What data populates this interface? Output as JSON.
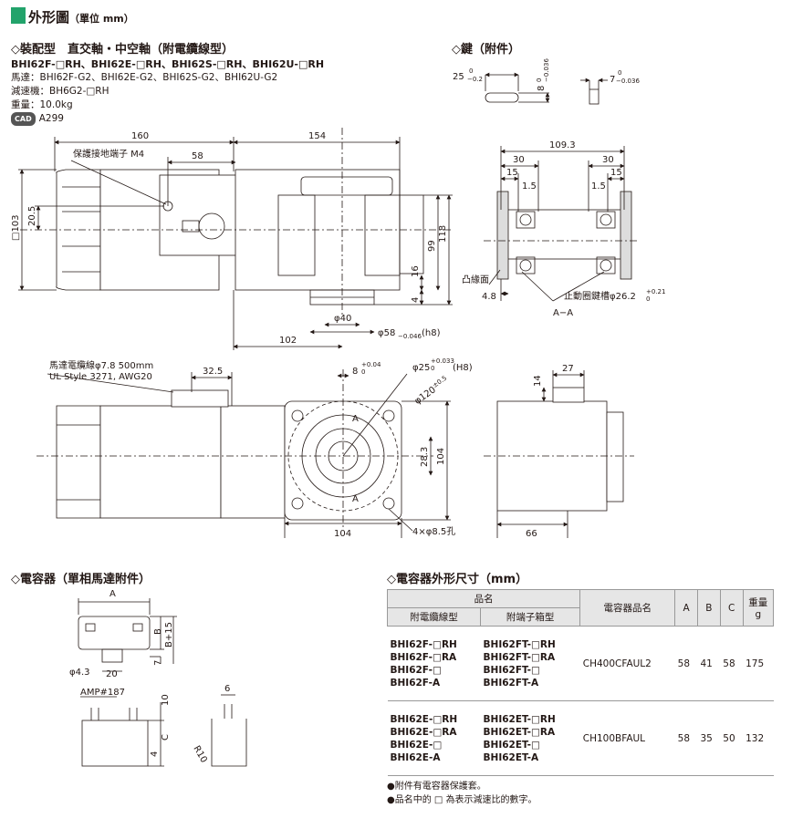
{
  "title": {
    "text": "外形圖",
    "unit": "（單位 mm）",
    "accent": "#22a36b"
  },
  "assembly": {
    "heading": "◇裝配型　直交軸・中空軸（附電纜線型）",
    "models": "BHI62F-□RH、BHI62E-□RH、BHI62S-□RH、BHI62U-□RH",
    "motor": "馬達：BHI62F-G2、BHI62E-G2、BHI62S-G2、BHI62U-G2",
    "gear": "減速機：BH6G2-□RH",
    "weight": "重量：10.0kg",
    "cad_badge": "CAD",
    "cad_code": "A299"
  },
  "key": {
    "heading": "◇鍵（附件）",
    "len": "25",
    "len_tol": "−0.2",
    "h": "8",
    "h_tol": "−0.036",
    "w": "7",
    "w_tol": "−0.036",
    "zero": "0"
  },
  "top_view": {
    "d160": "160",
    "d154": "154",
    "d58": "58",
    "d103": "□103",
    "d205": "20.5",
    "d99": "99",
    "d118": "118",
    "d16": "16",
    "d4": "4",
    "d40": "φ40",
    "d58h": "φ58",
    "d58h_tol": "−0.046",
    "d58h_fit": "(h8)",
    "d102": "102",
    "ground_label": "保護接地端子 M4"
  },
  "section": {
    "d1093": "109.3",
    "d30a": "30",
    "d30b": "30",
    "d15a": "15",
    "d15b": "15",
    "d15c": "1.5",
    "d15d": "1.5",
    "d48": "4.8",
    "recess": "凸緣面",
    "groove": "止動圈鍵槽φ26.2",
    "groove_tol": "+0.21",
    "groove_zero": "0",
    "aa": "A−A"
  },
  "front_view": {
    "cable_label": "馬達電纜線φ7.8  500mm",
    "cable_spec": "UL Style 3271, AWG20",
    "d325": "32.5",
    "key8": "8",
    "key8_tol": "+0.04",
    "zero": "0",
    "bore": "φ25",
    "bore_tol": "+0.033",
    "bore_fit": "(H8)",
    "pcd": "φ120",
    "pcd_tol": "±0.5",
    "d283": "28.3",
    "d104v": "104",
    "d104h": "104",
    "holes": "4×φ8.5孔",
    "a_mark": "A"
  },
  "side_view": {
    "d27": "27",
    "d14": "14",
    "d66": "66"
  },
  "capacitor": {
    "heading": "◇電容器（單相馬達附件）",
    "A": "A",
    "B": "B",
    "B15": "B+15",
    "d43": "φ4.3",
    "d20": "20",
    "d7": "7",
    "amp": "AMP#187",
    "d10": "10",
    "C": "C",
    "d4": "4",
    "d6": "6",
    "r10": "R10"
  },
  "cap_table": {
    "heading": "◇電容器外形尺寸（mm）",
    "h_pinming": "品名",
    "h_cable": "附電纜線型",
    "h_terminal": "附端子箱型",
    "h_capname": "電容器品名",
    "h_A": "A",
    "h_B": "B",
    "h_C": "C",
    "h_weight": "重量",
    "h_weight_unit": "g",
    "rows": [
      {
        "cable": [
          "BHI62F-□RH",
          "BHI62F-□RA",
          "BHI62F-□",
          "BHI62F-A"
        ],
        "term": [
          "BHI62FT-□RH",
          "BHI62FT-□RA",
          "BHI62FT-□",
          "BHI62FT-A"
        ],
        "cap": "CH400CFAUL2",
        "A": "58",
        "B": "41",
        "C": "58",
        "w": "175"
      },
      {
        "cable": [
          "BHI62E-□RH",
          "BHI62E-□RA",
          "BHI62E-□",
          "BHI62E-A"
        ],
        "term": [
          "BHI62ET-□RH",
          "BHI62ET-□RA",
          "BHI62ET-□",
          "BHI62ET-A"
        ],
        "cap": "CH100BFAUL",
        "A": "58",
        "B": "35",
        "C": "50",
        "w": "132"
      }
    ],
    "notes": [
      "●附件有電容器保護套。",
      "●品名中的 □ 為表示減速比的數字。"
    ]
  }
}
